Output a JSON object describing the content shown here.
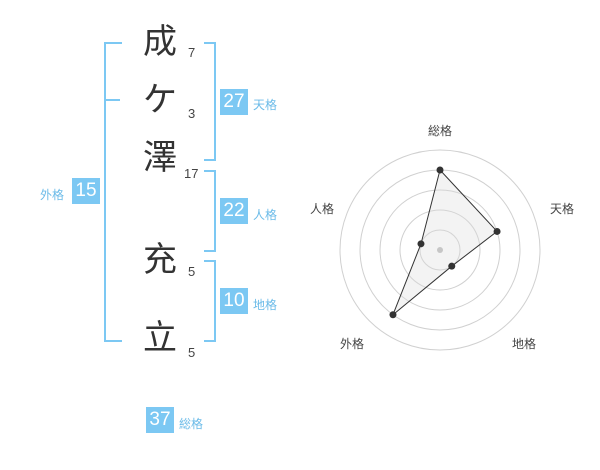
{
  "name_chars": [
    {
      "char": "成",
      "strokes": "7"
    },
    {
      "char": "ケ",
      "strokes": "3"
    },
    {
      "char": "澤",
      "strokes": "17"
    },
    {
      "char": "充",
      "strokes": "5"
    },
    {
      "char": "立",
      "strokes": "5"
    }
  ],
  "fortune": {
    "tenkaku": {
      "value": "27",
      "label": "天格"
    },
    "jinkaku": {
      "value": "22",
      "label": "人格"
    },
    "chikaku": {
      "value": "10",
      "label": "地格"
    },
    "gaikaku": {
      "value": "15",
      "label": "外格"
    },
    "soukaku": {
      "value": "37",
      "label": "総格"
    }
  },
  "accent_color": "#7cc8f3",
  "chart_data": {
    "type": "radar",
    "axes": [
      "総格",
      "天格",
      "地格",
      "外格",
      "人格"
    ],
    "values": [
      4,
      3,
      1,
      4,
      1
    ],
    "max": 5
  }
}
